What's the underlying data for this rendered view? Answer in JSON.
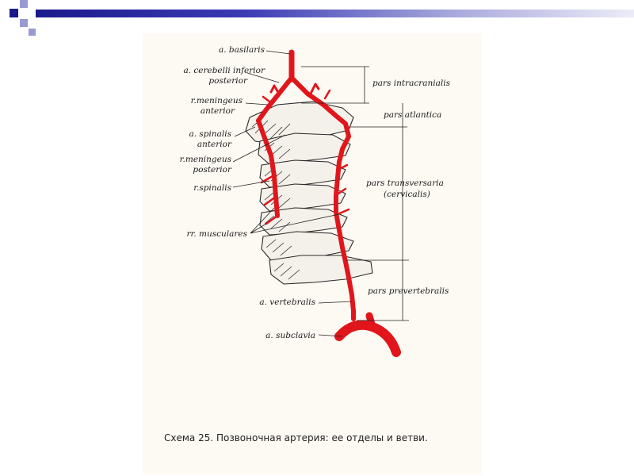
{
  "labels": {
    "basilaris": "a. basilaris",
    "cerebelli_1": "a. cerebelli inferior",
    "cerebelli_2": "posterior",
    "mening_ant_1": "r.meningeus",
    "mening_ant_2": "anterior",
    "spinalis_ant_1": "a. spinalis",
    "spinalis_ant_2": "anterior",
    "mening_post_1": "r.meningeus",
    "mening_post_2": "posterior",
    "r_spinalis": "r.spinalis",
    "rr_musculares": "rr. musculares",
    "vertebralis": "a. vertebralis",
    "subclavia": "a. subclavia",
    "pars_intracranialis": "pars intracranialis",
    "pars_atlantica": "pars atlantica",
    "pars_transversaria_1": "pars transversaria",
    "pars_transversaria_2": "(cervicalis)",
    "pars_prevertebralis": "pars prevertebralis"
  },
  "caption": "Схема 25. Позвоночная артерия: ее отделы и ветви.",
  "colors": {
    "artery": "#e0161c",
    "bone_outline": "#2a2a2a",
    "bone_fill": "#f4f1ea",
    "bar_dark": "#1a1a8c",
    "square_dark": "#1a1a8c",
    "square_light": "#9a9ad2"
  }
}
